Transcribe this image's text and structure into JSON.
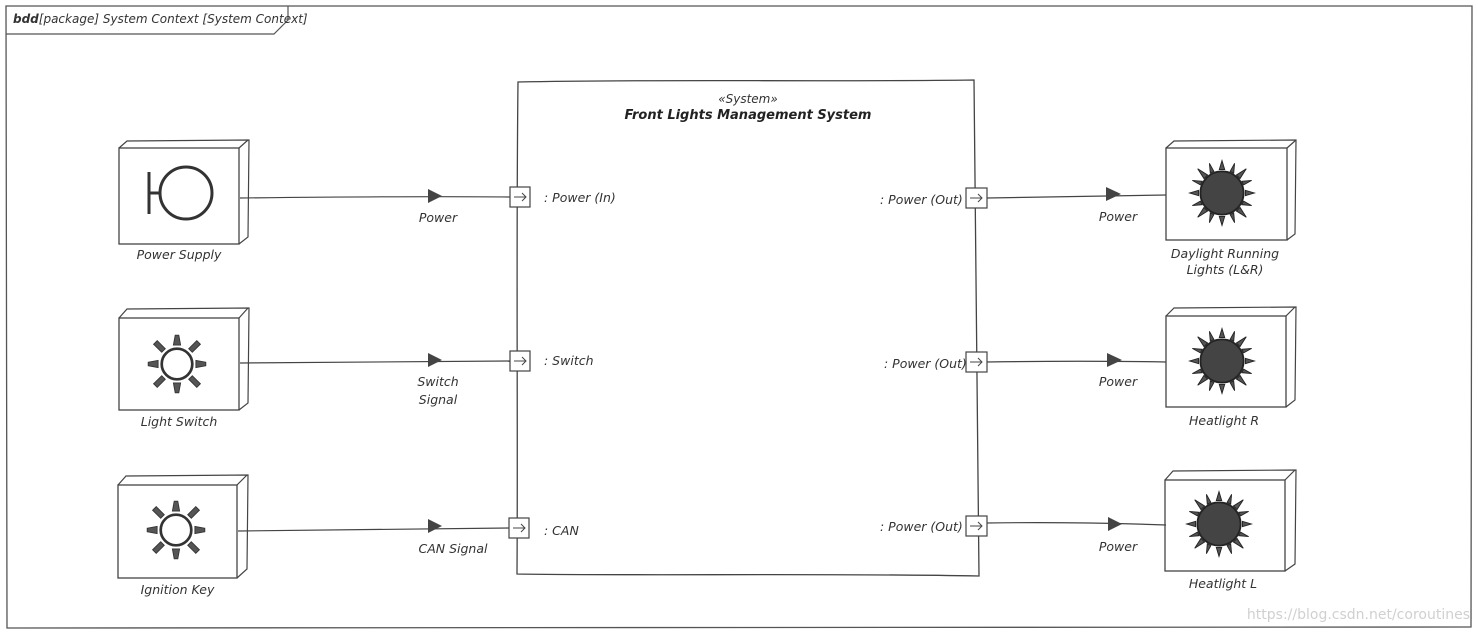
{
  "frame": {
    "kind": "bdd",
    "qualifier": "[package] System Context [System Context]"
  },
  "system": {
    "stereotype": "«System»",
    "name": "Front Lights Management System",
    "ports_in": [
      ": Power (In)",
      ": Switch",
      ": CAN"
    ],
    "ports_out": [
      ": Power (Out)",
      ": Power (Out)",
      ": Power (Out)"
    ]
  },
  "inputs": [
    {
      "name": "Power Supply",
      "icon": "power-supply-icon",
      "flow": "Power"
    },
    {
      "name": "Light Switch",
      "icon": "light-switch-icon",
      "flow_lines": [
        "Switch",
        "Signal"
      ]
    },
    {
      "name": "Ignition Key",
      "icon": "ignition-key-icon",
      "flow": "CAN Signal"
    }
  ],
  "outputs": [
    {
      "name_lines": [
        "Daylight Running",
        "Lights (L&R)"
      ],
      "icon": "lamp-icon",
      "flow": "Power"
    },
    {
      "name": "Heatlight R",
      "icon": "lamp-icon",
      "flow": "Power"
    },
    {
      "name": "Heatlight L",
      "icon": "lamp-icon",
      "flow": "Power"
    }
  ],
  "watermark": "https://blog.csdn.net/coroutines"
}
